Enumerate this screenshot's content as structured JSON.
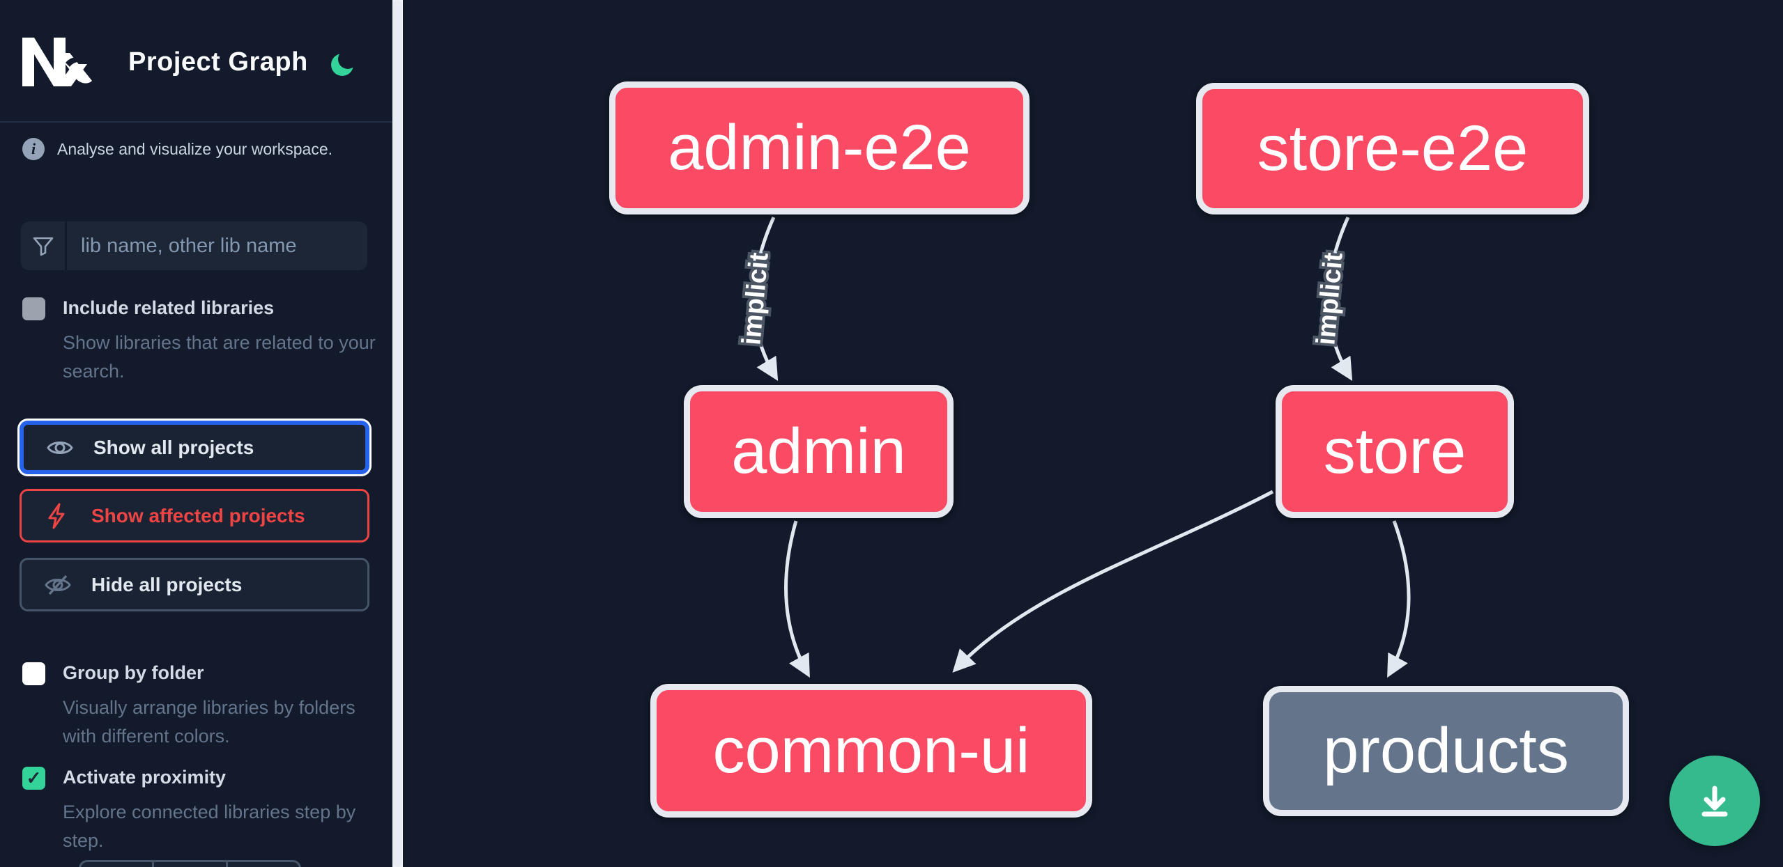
{
  "header": {
    "logo": "Nx",
    "title": "Project Graph",
    "theme_toggle": "moon-icon"
  },
  "sidebar": {
    "tagline": "Analyse and visualize your workspace.",
    "search": {
      "placeholder": "lib name, other lib name",
      "icon": "filter-icon"
    },
    "include_related": {
      "label": "Include related libraries",
      "description": "Show libraries that are related to your search.",
      "checked": false
    },
    "actions": [
      {
        "label": "Show all projects",
        "icon": "eye-icon",
        "state": "focused"
      },
      {
        "label": "Show affected projects",
        "icon": "bolt-icon",
        "state": "danger"
      },
      {
        "label": "Hide all projects",
        "icon": "eye-off-icon",
        "state": "default"
      }
    ],
    "group_by_folder": {
      "label": "Group by folder",
      "description": "Visually arrange libraries by folders with different colors.",
      "checked": false
    },
    "activate_proximity": {
      "label": "Activate proximity",
      "description": "Explore connected libraries step by step.",
      "checked": true,
      "checkmark": "✓"
    }
  },
  "graph": {
    "nodes": [
      {
        "id": "admin-e2e",
        "type": "affected"
      },
      {
        "id": "store-e2e",
        "type": "affected"
      },
      {
        "id": "admin",
        "type": "affected"
      },
      {
        "id": "store",
        "type": "affected"
      },
      {
        "id": "common-ui",
        "type": "affected"
      },
      {
        "id": "products",
        "type": "normal"
      }
    ],
    "edges": [
      {
        "from": "admin-e2e",
        "to": "admin",
        "label": "implicit"
      },
      {
        "from": "store-e2e",
        "to": "store",
        "label": "implicit"
      },
      {
        "from": "admin",
        "to": "common-ui",
        "label": ""
      },
      {
        "from": "store",
        "to": "common-ui",
        "label": ""
      },
      {
        "from": "store",
        "to": "products",
        "label": ""
      }
    ]
  },
  "fab": {
    "action": "download",
    "icon": "download-icon"
  },
  "colors": {
    "background": "#121a2b",
    "node_affected": "#fb4a63",
    "node_normal": "#64748b",
    "node_border": "#e6eaf0",
    "edge": "#e2e8f0",
    "accent_blue": "#2563eb",
    "danger_red": "#ef4444",
    "check_green": "#34d399",
    "fab_green": "#35ba8e",
    "moon_green": "#34d399"
  }
}
